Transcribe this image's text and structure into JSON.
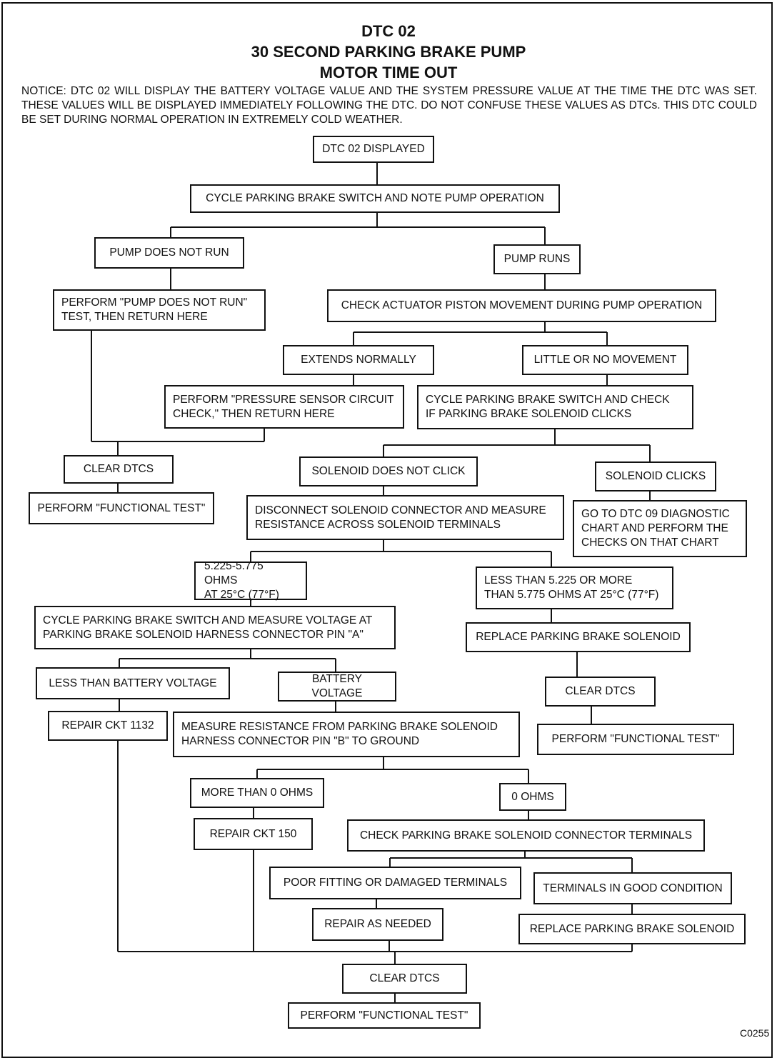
{
  "title": {
    "line1": "DTC 02",
    "line2": "30 SECOND PARKING BRAKE PUMP",
    "line3": "MOTOR TIME OUT"
  },
  "notice": "NOTICE: DTC 02 WILL DISPLAY THE BATTERY VOLTAGE VALUE AND THE SYSTEM PRESSURE VALUE AT THE TIME THE DTC WAS SET. THESE VALUES WILL BE DISPLAYED IMMEDIATELY FOLLOWING THE DTC. DO NOT CONFUSE THESE VALUES AS DTCs. THIS DTC COULD BE SET DURING NORMAL OPERATION IN EXTREMELY COLD WEATHER.",
  "boxes": {
    "dtc02_displayed": "DTC 02 DISPLAYED",
    "cycle_note_pump": "CYCLE PARKING BRAKE SWITCH AND NOTE PUMP OPERATION",
    "pump_not_run": "PUMP DOES NOT RUN",
    "pump_runs": "PUMP RUNS",
    "perform_pump_test": "PERFORM \"PUMP DOES NOT RUN\"\nTEST, THEN RETURN HERE",
    "check_actuator": "CHECK ACTUATOR PISTON MOVEMENT DURING PUMP OPERATION",
    "extends_normally": "EXTENDS NORMALLY",
    "little_no_movement": "LITTLE OR NO MOVEMENT",
    "perform_pressure_check": "PERFORM \"PRESSURE SENSOR CIRCUIT\nCHECK,\" THEN RETURN HERE",
    "cycle_check_solenoid": "CYCLE PARKING BRAKE SWITCH AND CHECK\nIF PARKING BRAKE SOLENOID CLICKS",
    "clear_dtcs_1": "CLEAR DTCS",
    "solenoid_no_click": "SOLENOID DOES NOT CLICK",
    "solenoid_clicks": "SOLENOID CLICKS",
    "perform_functional_1": "PERFORM \"FUNCTIONAL TEST\"",
    "disconnect_measure": "DISCONNECT SOLENOID CONNECTOR AND MEASURE\nRESISTANCE ACROSS SOLENOID TERMINALS",
    "goto_dtc09": "GO TO DTC 09 DIAGNOSTIC\nCHART AND PERFORM THE\nCHECKS ON THAT CHART",
    "ohms_in_range": "5.225-5.775 OHMS\nAT 25°C (77°F)",
    "ohms_out_range": "LESS THAN 5.225 OR MORE\nTHAN 5.775 OHMS AT 25°C (77°F)",
    "cycle_measure_voltage": "CYCLE PARKING BRAKE SWITCH AND MEASURE VOLTAGE AT\nPARKING BRAKE SOLENOID HARNESS CONNECTOR PIN \"A\"",
    "replace_solenoid_1": "REPLACE PARKING BRAKE SOLENOID",
    "less_battery": "LESS THAN BATTERY VOLTAGE",
    "battery_voltage": "BATTERY VOLTAGE",
    "clear_dtcs_2": "CLEAR DTCS",
    "repair_1132": "REPAIR CKT 1132",
    "measure_pin_b": "MEASURE RESISTANCE FROM PARKING BRAKE SOLENOID\nHARNESS CONNECTOR PIN \"B\" TO GROUND",
    "perform_functional_2": "PERFORM \"FUNCTIONAL TEST\"",
    "more_0_ohms": "MORE THAN 0 OHMS",
    "zero_ohms": "0 OHMS",
    "repair_150": "REPAIR CKT 150",
    "check_terminals": "CHECK PARKING BRAKE SOLENOID CONNECTOR TERMINALS",
    "poor_fitting": "POOR FITTING OR DAMAGED TERMINALS",
    "terminals_good": "TERMINALS IN GOOD CONDITION",
    "repair_as_needed": "REPAIR AS NEEDED",
    "replace_solenoid_2": "REPLACE PARKING BRAKE SOLENOID",
    "clear_dtcs_3": "CLEAR DTCS",
    "perform_functional_3": "PERFORM \"FUNCTIONAL TEST\""
  },
  "figure_code": "C0255"
}
